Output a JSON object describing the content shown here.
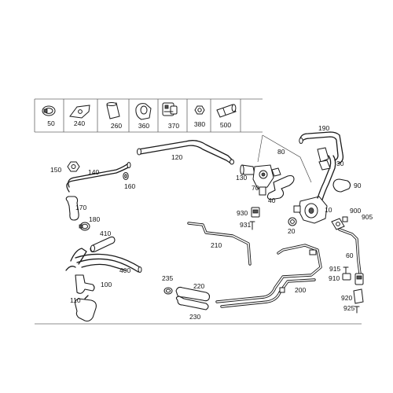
{
  "catalog_parts": [
    {
      "label": "50",
      "icon": "hose-clamp-icon"
    },
    {
      "label": "240",
      "icon": "clip-bracket-icon"
    },
    {
      "label": "260",
      "icon": "hose-sleeve-icon"
    },
    {
      "label": "360",
      "icon": "elbow-hose-icon"
    },
    {
      "label": "370",
      "icon": "connector-icon"
    },
    {
      "label": "380",
      "icon": "nut-icon"
    },
    {
      "label": "500",
      "icon": "sleeve-tube-icon"
    }
  ],
  "callouts": {
    "c10": "10",
    "c20": "20",
    "c30": "30",
    "c40": "40",
    "c60": "60",
    "c70": "70",
    "c80": "80",
    "c90": "90",
    "c100": "100",
    "c110": "110",
    "c120": "120",
    "c130": "130",
    "c140": "140",
    "c150": "150",
    "c160": "160",
    "c170": "170",
    "c180": "180",
    "c190": "190",
    "c200": "200",
    "c210": "210",
    "c220": "220",
    "c230": "230",
    "c235": "235",
    "c400": "400",
    "c410": "410",
    "c900": "900",
    "c905": "905",
    "c910": "910",
    "c915": "915",
    "c920": "920",
    "c925": "925",
    "c930": "930",
    "c931": "931"
  }
}
